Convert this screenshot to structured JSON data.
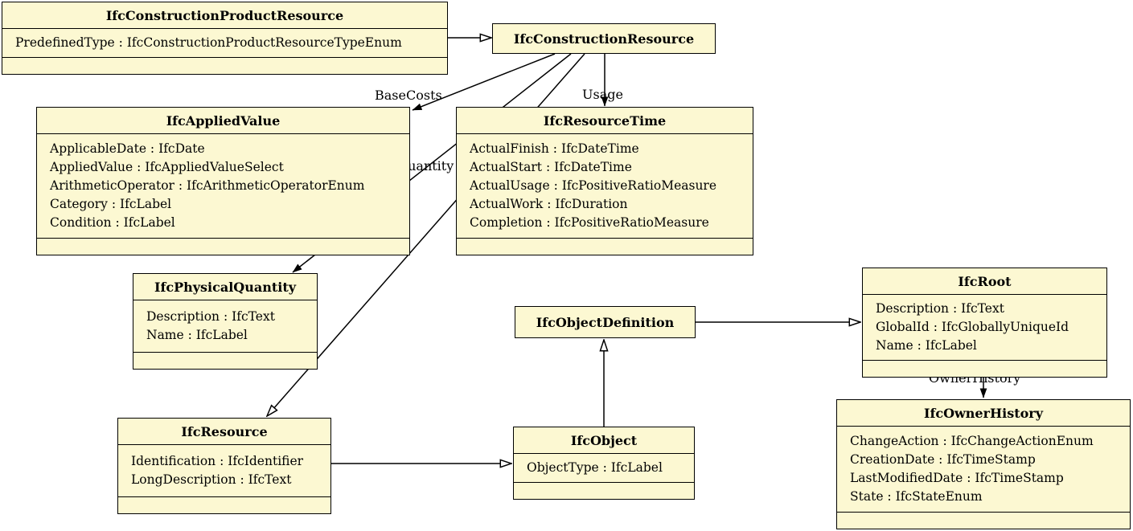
{
  "diagram": {
    "type": "uml-class-diagram",
    "colors": {
      "class_fill": "#fcf8d2",
      "class_border": "#000000",
      "background": "#ffffff",
      "line": "#000000"
    },
    "classes": {
      "construction_product_resource": {
        "title": "IfcConstructionProductResource",
        "attributes": [
          "PredefinedType : IfcConstructionProductResourceTypeEnum"
        ]
      },
      "construction_resource": {
        "title": "IfcConstructionResource"
      },
      "applied_value": {
        "title": "IfcAppliedValue",
        "attributes": [
          "ApplicableDate : IfcDate",
          "AppliedValue : IfcAppliedValueSelect",
          "ArithmeticOperator : IfcArithmeticOperatorEnum",
          "Category : IfcLabel",
          "Condition : IfcLabel"
        ]
      },
      "resource_time": {
        "title": "IfcResourceTime",
        "attributes": [
          "ActualFinish : IfcDateTime",
          "ActualStart : IfcDateTime",
          "ActualUsage : IfcPositiveRatioMeasure",
          "ActualWork : IfcDuration",
          "Completion : IfcPositiveRatioMeasure"
        ]
      },
      "physical_quantity": {
        "title": "IfcPhysicalQuantity",
        "attributes": [
          "Description : IfcText",
          "Name : IfcLabel"
        ]
      },
      "object_definition": {
        "title": "IfcObjectDefinition"
      },
      "root": {
        "title": "IfcRoot",
        "attributes": [
          "Description : IfcText",
          "GlobalId : IfcGloballyUniqueId",
          "Name : IfcLabel"
        ]
      },
      "resource": {
        "title": "IfcResource",
        "attributes": [
          "Identification : IfcIdentifier",
          "LongDescription : IfcText"
        ]
      },
      "object": {
        "title": "IfcObject",
        "attributes": [
          "ObjectType : IfcLabel"
        ]
      },
      "owner_history": {
        "title": "IfcOwnerHistory",
        "attributes": [
          "ChangeAction : IfcChangeActionEnum",
          "CreationDate : IfcTimeStamp",
          "LastModifiedDate : IfcTimeStamp",
          "State : IfcStateEnum"
        ]
      }
    },
    "edge_labels": {
      "base_costs": "BaseCosts",
      "base_quantity": "BaseQuantity",
      "usage": "Usage",
      "owner_history": "OwnerHistory"
    }
  }
}
